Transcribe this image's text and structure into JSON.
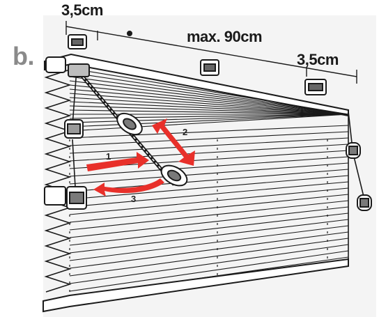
{
  "labels": {
    "panel": "b.",
    "bracket_left_distance": "3,5cm",
    "max_width": "max. 90cm",
    "bracket_right_distance": "3,5cm"
  },
  "steps": [
    "1",
    "2",
    "3"
  ],
  "colors": {
    "background": "#ffffff",
    "panel_bg": "#f4f4f4",
    "line": "#1a1a1a",
    "arrow": "#e8302a",
    "panel_letter": "#8a8a8a"
  },
  "icons": [
    "bracket-icon",
    "cord-tensioner-icon",
    "cord-weight-icon",
    "cord-connector-icon"
  ]
}
